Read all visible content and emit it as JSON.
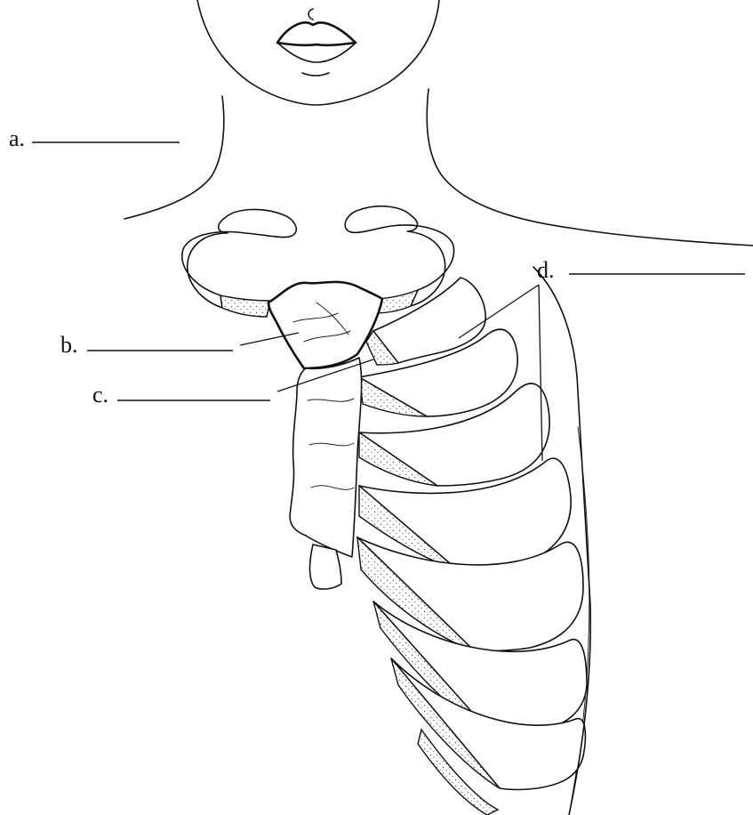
{
  "labels": {
    "a": "a.",
    "b": "b.",
    "c": "c.",
    "d": "d."
  },
  "colors": {
    "ink": "#111111",
    "background": "#ffffff",
    "cartilage_stipple": "#555555"
  }
}
